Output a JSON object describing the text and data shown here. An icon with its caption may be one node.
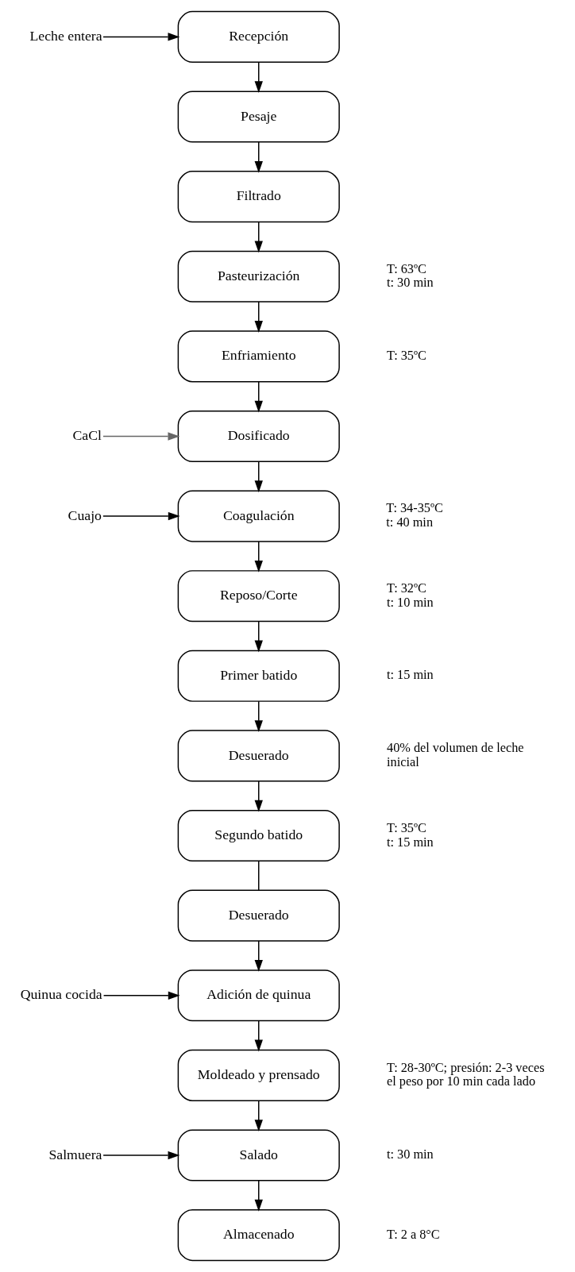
{
  "diagram": {
    "nodes": [
      {
        "text": [
          "Leche entera"
        ]
      },
      {
        "text": [
          "Recepción"
        ]
      },
      {
        "text": [
          "Pesaje"
        ]
      },
      {
        "text": [
          "Filtrado"
        ]
      },
      {
        "text": [
          "Pasteurización"
        ],
        "beside": [
          "T: 63ºC",
          "t: 30 min"
        ]
      },
      {
        "text": [
          "Enfriamiento"
        ],
        "beside": [
          "T: 35ºC"
        ]
      },
      {
        "text": [
          "CaCl"
        ]
      },
      {
        "text": [
          "Dosificado"
        ]
      },
      {
        "text": [
          "Cuajo"
        ]
      },
      {
        "text": [
          "Coagulación"
        ],
        "beside": [
          "T: 34-35ºC",
          "t: 40 min"
        ]
      },
      {
        "text": [
          "Reposo/Corte"
        ],
        "beside": [
          "T: 32ºC",
          "t: 10 min"
        ]
      },
      {
        "text": [
          "Primer batido"
        ],
        "beside": [
          "t: 15 min"
        ]
      },
      {
        "text": [
          "Desuerado"
        ],
        "beside": [
          "40% del volumen de leche inicial"
        ]
      },
      {
        "text": [
          "Segundo batido"
        ],
        "beside": [
          "T: 35ºC",
          "t: 15 min"
        ]
      },
      {
        "text": [
          "Desuerado"
        ]
      },
      {
        "text": [
          "Quinua cocida"
        ]
      },
      {
        "text": [
          "Adición de quinua"
        ]
      },
      {
        "text": [
          "Moldeado y prensado"
        ],
        "beside": [
          "T: 28-30ºC; presión: 2-3 veces el peso por 10 min cada lado"
        ]
      },
      {
        "text": [
          "Salmuera"
        ]
      },
      {
        "text": [
          "Salado"
        ],
        "beside": [
          "t: 30 min"
        ]
      },
      {
        "text": [
          "Almacenado"
        ],
        "beside": [
          "T: 2 a 8°C"
        ]
      }
    ],
    "edges": [
      {
        "from": 0,
        "to": 1,
        "arrow": "to"
      },
      {
        "from": 1,
        "to": 2,
        "arrow": "to"
      },
      {
        "from": 2,
        "to": 3,
        "arrow": "to"
      },
      {
        "from": 3,
        "to": 4,
        "arrow": "to"
      },
      {
        "from": 4,
        "to": 5,
        "arrow": "to"
      },
      {
        "from": 5,
        "to": 7,
        "arrow": "to"
      },
      {
        "from": 6,
        "to": 7,
        "arrow": "to",
        "color": "#666666"
      },
      {
        "from": 7,
        "to": 9,
        "arrow": "to"
      },
      {
        "from": 8,
        "to": 9,
        "arrow": "to"
      },
      {
        "from": 9,
        "to": 10,
        "arrow": "to"
      },
      {
        "from": 10,
        "to": 11,
        "arrow": "to"
      },
      {
        "from": 11,
        "to": 12,
        "arrow": "to"
      },
      {
        "from": 12,
        "to": 13,
        "arrow": "to"
      },
      {
        "from": 13,
        "to": 14,
        "arrow": "none"
      },
      {
        "from": 14,
        "to": 16,
        "arrow": "to"
      },
      {
        "from": 15,
        "to": 16,
        "arrow": "to"
      },
      {
        "from": 16,
        "to": 17,
        "arrow": "to"
      },
      {
        "from": 17,
        "to": 19,
        "arrow": "to"
      },
      {
        "from": 18,
        "to": 19,
        "arrow": "to"
      },
      {
        "from": 19,
        "to": 20,
        "arrow": "to"
      }
    ]
  }
}
